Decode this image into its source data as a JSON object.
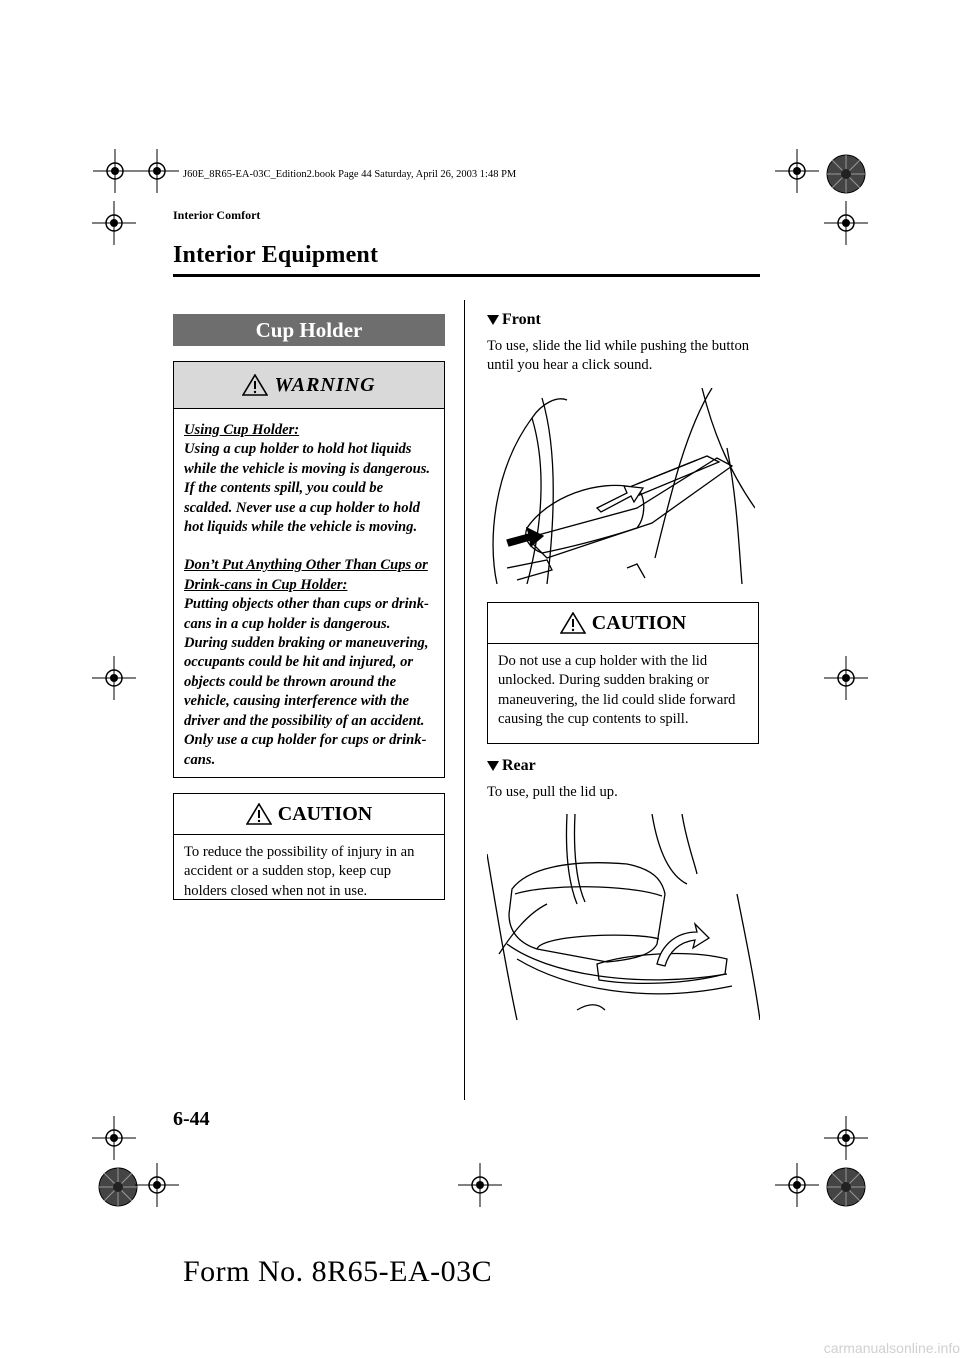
{
  "book_header": "J60E_8R65-EA-03C_Edition2.book  Page 44  Saturday, April 26, 2003  1:48 PM",
  "section_label": "Interior Comfort",
  "page_title": "Interior Equipment",
  "cup_holder": {
    "banner": "Cup Holder",
    "warning": {
      "title": "WARNING",
      "heading1": "Using Cup Holder:",
      "para1": "Using a cup holder to hold hot liquids while the vehicle is moving is dangerous. If the contents spill, you could be scalded. Never use a cup holder to hold hot liquids while the vehicle is moving.",
      "heading2": "Don’t Put Anything Other Than Cups or Drink-cans in Cup Holder:",
      "para2": "Putting objects other than cups or drink-cans in a cup holder is dangerous.",
      "para3": "During sudden braking or maneuvering, occupants could be hit and injured, or objects could be thrown around the vehicle, causing interference with the driver and the possibility of an accident. Only use a cup holder for cups or drink-cans."
    },
    "caution": {
      "title": "CAUTION",
      "text": "To reduce the possibility of injury in an accident or a sudden stop, keep cup holders closed when not in use."
    }
  },
  "front": {
    "heading": "Front",
    "text": "To use, slide the lid while pushing the button until you hear a click sound.",
    "caution": {
      "title": "CAUTION",
      "text": "Do not use a cup holder with the lid unlocked. During sudden braking or maneuvering, the lid could slide forward causing the cup contents to spill."
    }
  },
  "rear": {
    "heading": "Rear",
    "text": "To use, pull the lid up."
  },
  "page_number": "6-44",
  "form_number": "Form No. 8R65-EA-03C",
  "watermark": "carmanualsonline.info"
}
